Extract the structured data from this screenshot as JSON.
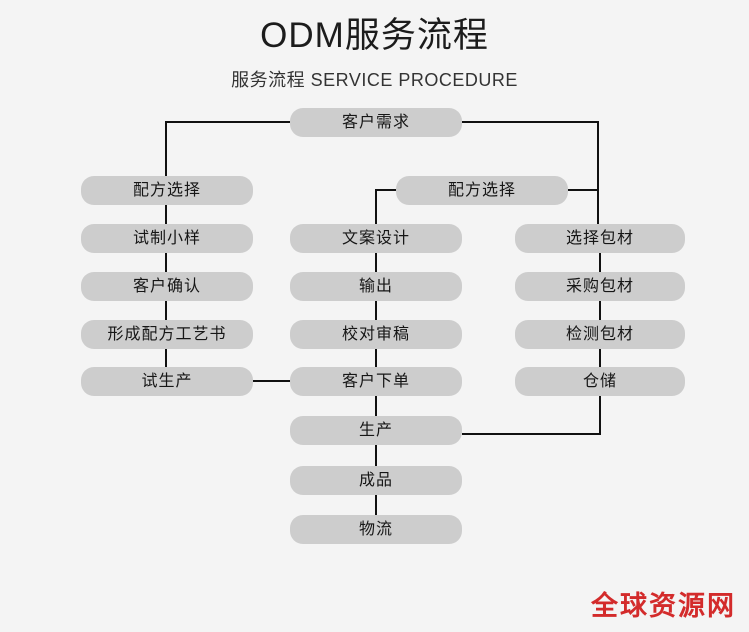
{
  "header": {
    "title": "ODM服务流程",
    "subtitle": "服务流程 SERVICE PROCEDURE"
  },
  "colors": {
    "background": "#f4f4f4",
    "node_fill": "#cdcdcd",
    "node_text": "#161616",
    "connector": "#111111",
    "watermark": "#d32b2b"
  },
  "watermark": {
    "text": "全球资源网"
  },
  "chart_data": {
    "type": "diagram",
    "title": "ODM服务流程",
    "subtitle": "服务流程 SERVICE PROCEDURE",
    "orientation": "top-down",
    "root": "客户需求",
    "branches": [
      {
        "name": "formula-branch",
        "nodes": [
          "配方选择",
          "试制小样",
          "客户确认",
          "形成配方工艺书",
          "试生产"
        ]
      },
      {
        "name": "design-branch",
        "nodes": [
          "配方选择",
          "文案设计",
          "输出",
          "校对审稿",
          "客户下单",
          "生产",
          "成品",
          "物流"
        ]
      },
      {
        "name": "packaging-branch",
        "nodes": [
          "选择包材",
          "采购包材",
          "检测包材",
          "仓储"
        ]
      }
    ],
    "edges": [
      {
        "from": "客户需求",
        "to": "配方选择"
      },
      {
        "from": "客户需求",
        "to": "配方选择"
      },
      {
        "from": "配方选择",
        "to": "试制小样"
      },
      {
        "from": "试制小样",
        "to": "客户确认"
      },
      {
        "from": "客户确认",
        "to": "形成配方工艺书"
      },
      {
        "from": "形成配方工艺书",
        "to": "试生产"
      },
      {
        "from": "试生产",
        "to": "客户下单"
      },
      {
        "from": "配方选择",
        "to": "文案设计"
      },
      {
        "from": "配方选择",
        "to": "选择包材"
      },
      {
        "from": "文案设计",
        "to": "输出"
      },
      {
        "from": "输出",
        "to": "校对审稿"
      },
      {
        "from": "校对审稿",
        "to": "客户下单"
      },
      {
        "from": "客户下单",
        "to": "生产"
      },
      {
        "from": "生产",
        "to": "成品"
      },
      {
        "from": "成品",
        "to": "物流"
      },
      {
        "from": "选择包材",
        "to": "采购包材"
      },
      {
        "from": "采购包材",
        "to": "检测包材"
      },
      {
        "from": "检测包材",
        "to": "仓储"
      },
      {
        "from": "仓储",
        "to": "生产"
      }
    ]
  },
  "nodes": {
    "customer_demand": "客户需求",
    "formula_select_left": "配方选择",
    "trial_sample": "试制小样",
    "customer_confirm": "客户确认",
    "formula_doc": "形成配方工艺书",
    "trial_production": "试生产",
    "formula_select_mid": "配方选择",
    "copy_design": "文案设计",
    "output": "输出",
    "proofread": "校对审稿",
    "customer_order": "客户下单",
    "production": "生产",
    "finished_goods": "成品",
    "logistics": "物流",
    "select_packaging": "选择包材",
    "purchase_packaging": "采购包材",
    "inspect_packaging": "检测包材",
    "warehousing": "仓储"
  }
}
